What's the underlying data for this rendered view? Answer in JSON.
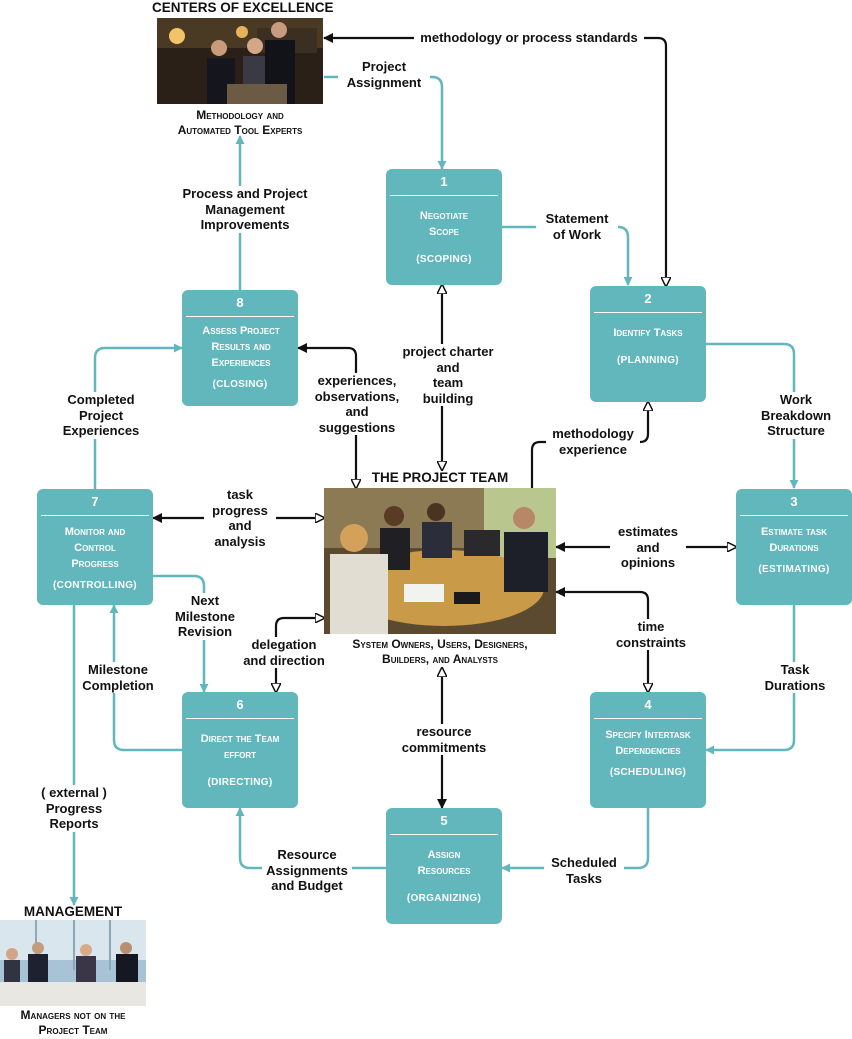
{
  "centers": {
    "heading": "CENTERS OF EXCELLENCE",
    "caption": "Methodology and\nAutomated Tool Experts"
  },
  "team": {
    "heading": "THE PROJECT TEAM",
    "caption": "System Owners, Users, Designers,\nBuilders, and Analysts"
  },
  "management": {
    "heading": "MANAGEMENT",
    "caption": "Managers not on the\nProject Team"
  },
  "steps": [
    {
      "num": "1",
      "title": "Negotiate Scope",
      "phase": "(SCOPING)"
    },
    {
      "num": "2",
      "title": "Identify Tasks",
      "phase": "(PLANNING)"
    },
    {
      "num": "3",
      "title": "Estimate task Durations",
      "phase": "(ESTIMATING)"
    },
    {
      "num": "4",
      "title": "Specify Intertask Dependencies",
      "phase": "(SCHEDULING)"
    },
    {
      "num": "5",
      "title": "Assign Resources",
      "phase": "(ORGANIZING)"
    },
    {
      "num": "6",
      "title": "Direct the Team effort",
      "phase": "(DIRECTING)"
    },
    {
      "num": "7",
      "title": "Monitor and Control Progress",
      "phase": "(CONTROLLING)"
    },
    {
      "num": "8",
      "title": "Assess Project Results and Experiences",
      "phase": "(CLOSING)"
    }
  ],
  "flows": {
    "methodology_standards": "methodology or process standards",
    "project_assignment": "Project\nAssignment",
    "statement_of_work": "Statement\nof Work",
    "process_improvements": "Process and Project\nManagement\nImprovements",
    "project_charter": "project charter\nand\nteam\nbuilding",
    "experiences": "experiences,\nobservations,\nand\nsuggestions",
    "methodology_experience": "methodology\nexperience",
    "work_breakdown": "Work\nBreakdown\nStructure",
    "completed_experiences": "Completed\nProject\nExperiences",
    "task_progress": "task\nprogress\nand\nanalysis",
    "estimates": "estimates\nand\nopinions",
    "next_milestone": "Next\nMilestone\nRevision",
    "delegation": "delegation\nand direction",
    "time_constraints": "time\nconstraints",
    "milestone_completion": "Milestone\nCompletion",
    "task_durations": "Task\nDurations",
    "resource_commitments": "resource\ncommitments",
    "progress_reports": "( external )\nProgress\nReports",
    "resource_assignments": "Resource\nAssignments\nand Budget",
    "scheduled_tasks": "Scheduled\nTasks"
  },
  "colors": {
    "box": "#62b7bc",
    "teal_line": "#62b7bc",
    "black_line": "#111111"
  }
}
